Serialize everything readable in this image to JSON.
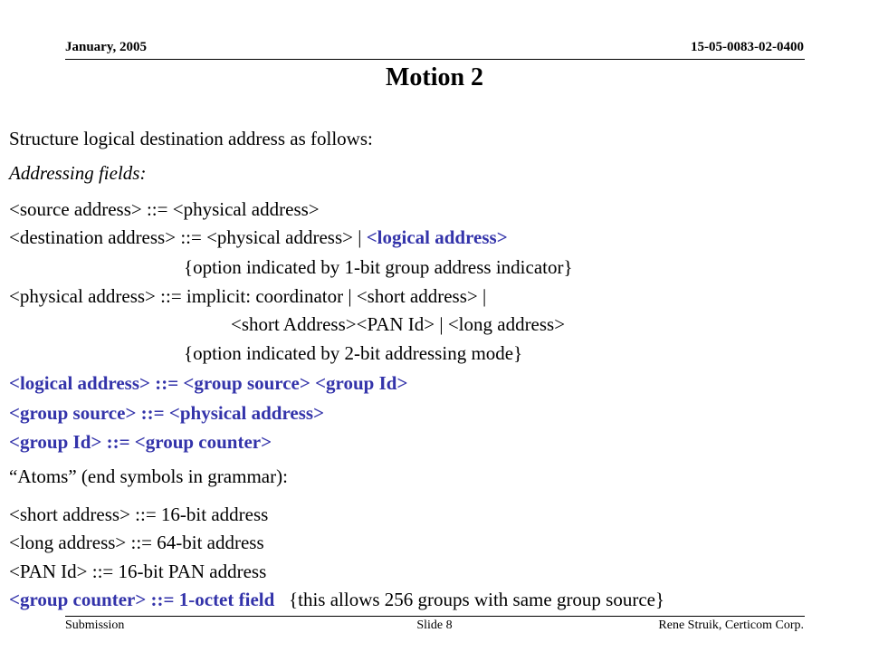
{
  "header": {
    "date": "January, 2005",
    "doc_number": "15-05-0083-02-0400"
  },
  "title": "Motion 2",
  "content": {
    "intro": "Structure logical destination address as follows:",
    "section_addressing": "Addressing fields:",
    "line_source": "<source address> ::= <physical address>",
    "line_dest_a": "<destination address> ::= <physical address> | ",
    "line_dest_b": "<logical address>",
    "line_dest_note": "{option indicated by 1-bit group address indicator}",
    "line_phys_a": "<physical address> ::= implicit: coordinator | <short address> |",
    "line_phys_b": "<short Address><PAN Id> | <long address>",
    "line_phys_note": "{option indicated by 2-bit addressing mode}",
    "line_logical": "<logical address> ::= <group source> <group Id>",
    "line_group_source": "<group source> ::= <physical address>",
    "line_group_id": "<group Id> ::= <group counter>",
    "section_atoms": "“Atoms” (end symbols in grammar):",
    "line_short": "<short address> ::= 16-bit address",
    "line_long": "<long address> ::= 64-bit address",
    "line_pan": "<PAN Id> ::= 16-bit PAN address",
    "line_counter_a": "<group counter> ::= 1-octet field",
    "line_counter_b": "   {this allows 256 groups with same group source}"
  },
  "footer": {
    "left": "Submission",
    "center": "Slide 8",
    "right": "Rene Struik, Certicom Corp."
  },
  "colors": {
    "highlight": "#3333aa"
  }
}
